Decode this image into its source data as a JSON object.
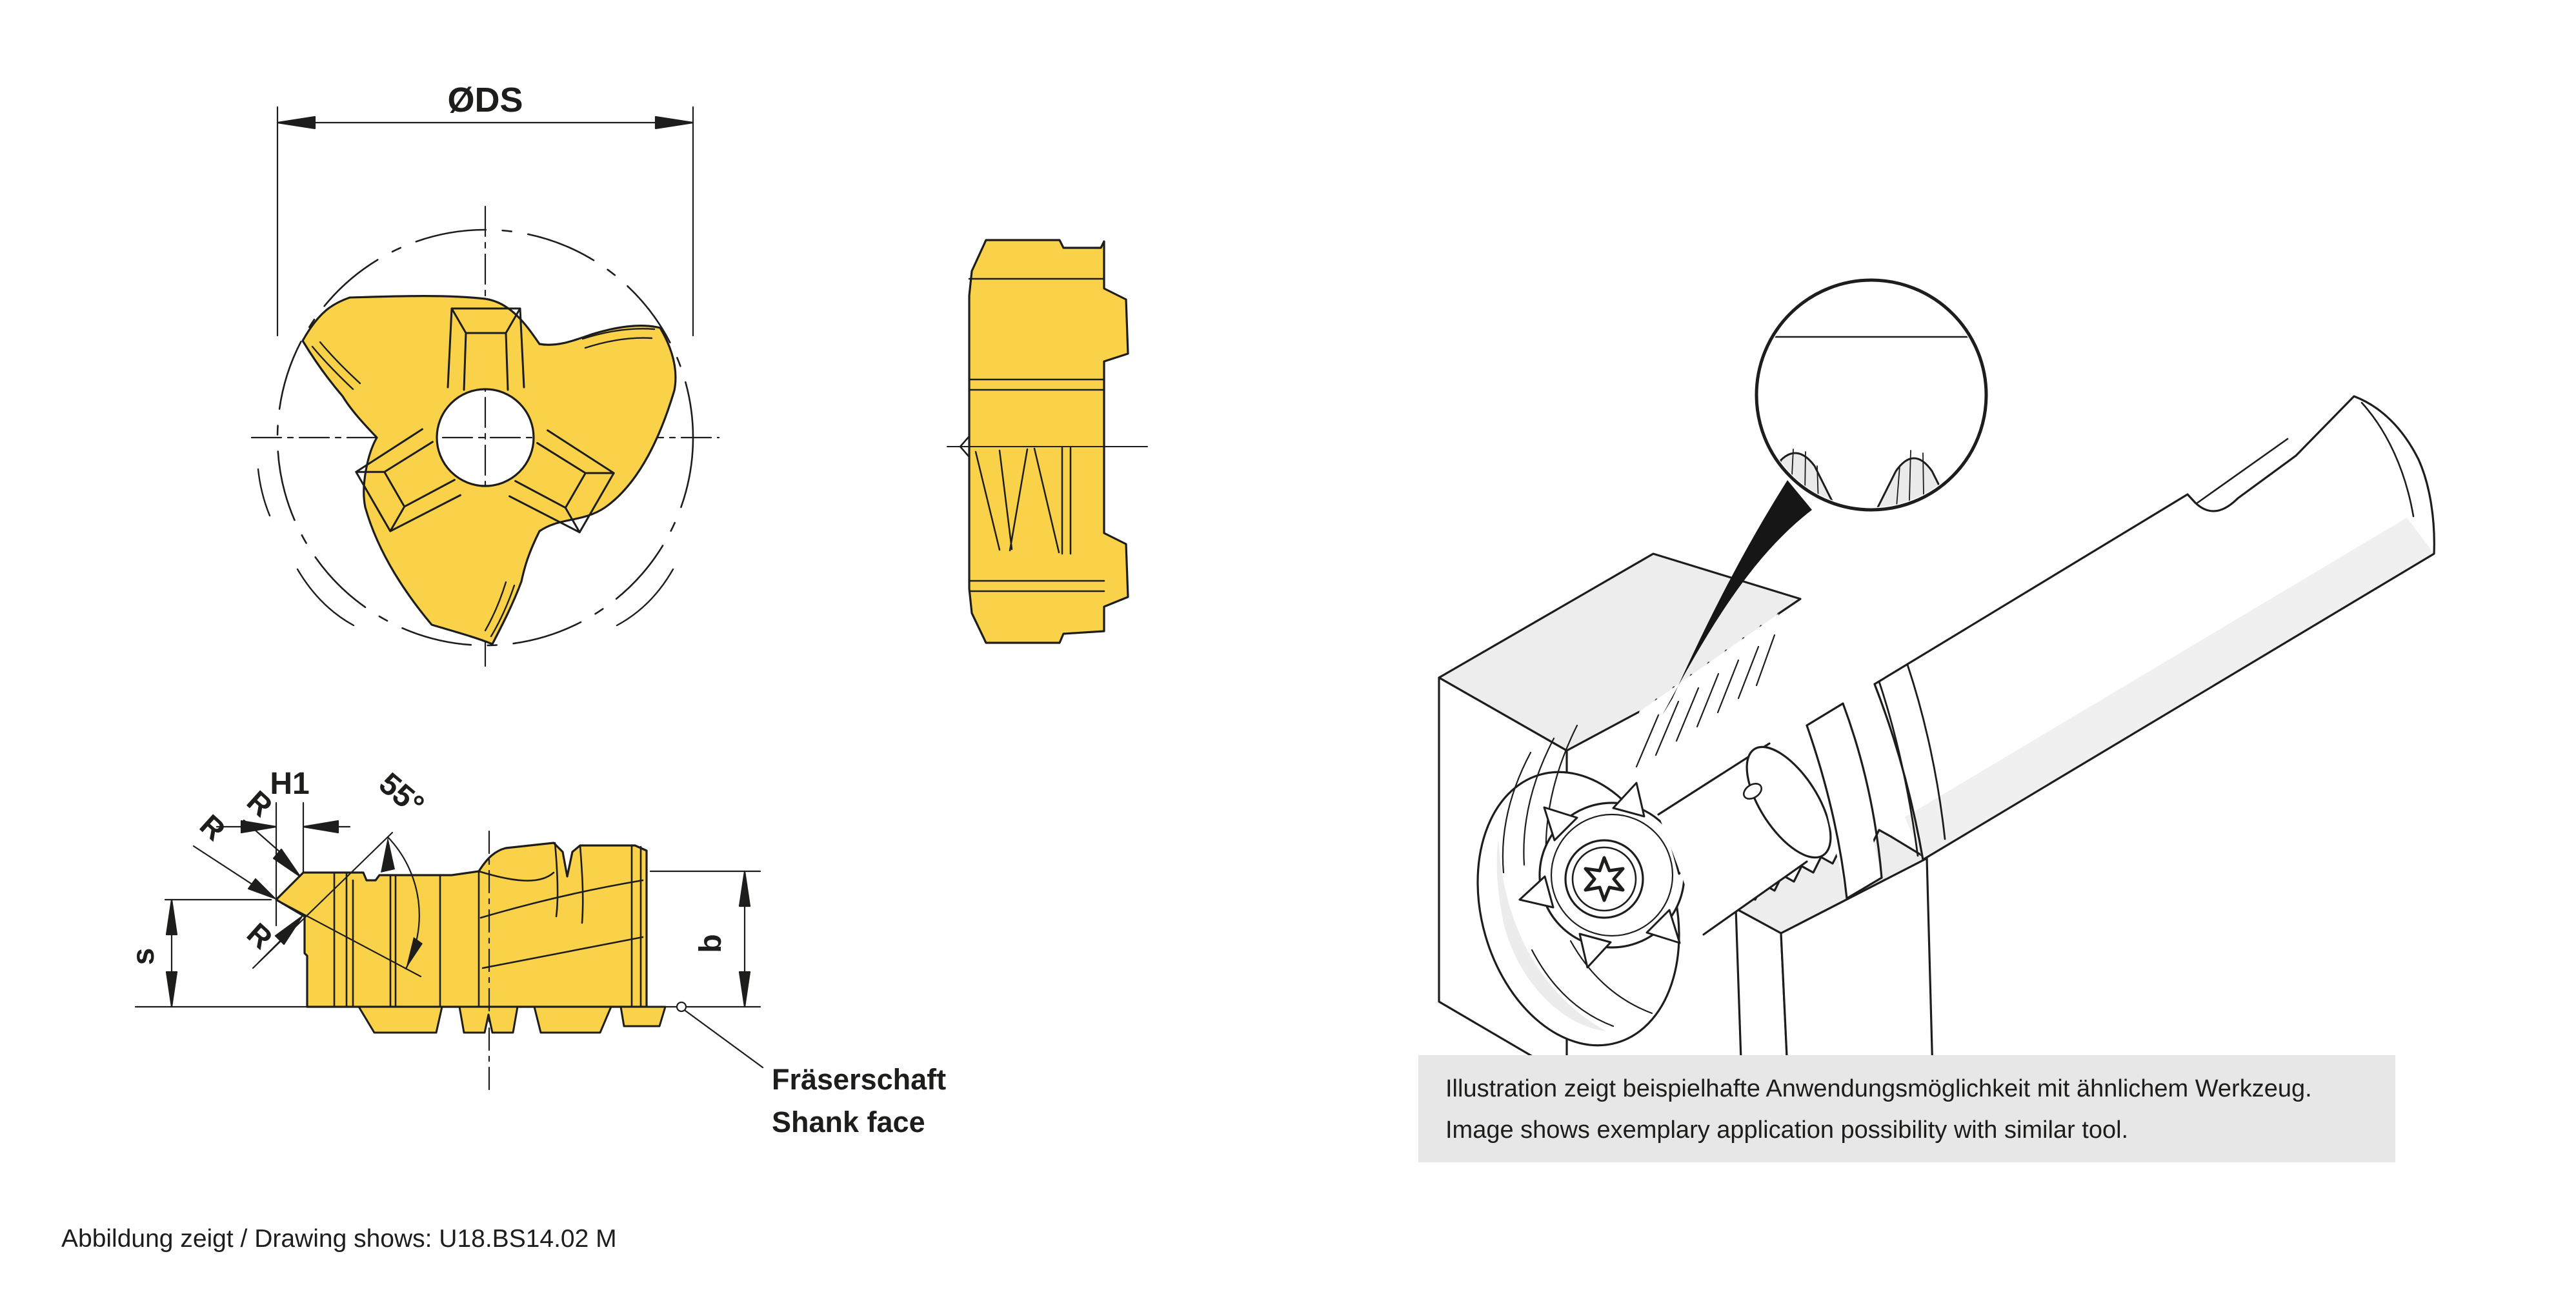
{
  "colors": {
    "insert_yellow": "#f9d24a",
    "line": "#1d1d1b",
    "face_gray": "#ededed",
    "balloon_gray": "#eaeaea",
    "note_box_gray": "#e7e7e7",
    "shank_shade": "#f0f0f0"
  },
  "front_view": {
    "diameter_label": "ØDS"
  },
  "profile_view": {
    "h1_label": "H1",
    "angle_label": "55°",
    "radius_labels": [
      "R",
      "R",
      "R"
    ],
    "thickness_label": "s",
    "width_label": "b",
    "shank_face_de": "Fräserschaft",
    "shank_face_en": "Shank face"
  },
  "application_note": {
    "line_de": "Illustration zeigt beispielhafte Anwendungsmöglichkeit mit ähnlichem Werkzeug.",
    "line_en": "Image shows exemplary application possibility with similar tool."
  },
  "caption": {
    "text": "Abbildung zeigt / Drawing shows: U18.BS14.02 M"
  }
}
